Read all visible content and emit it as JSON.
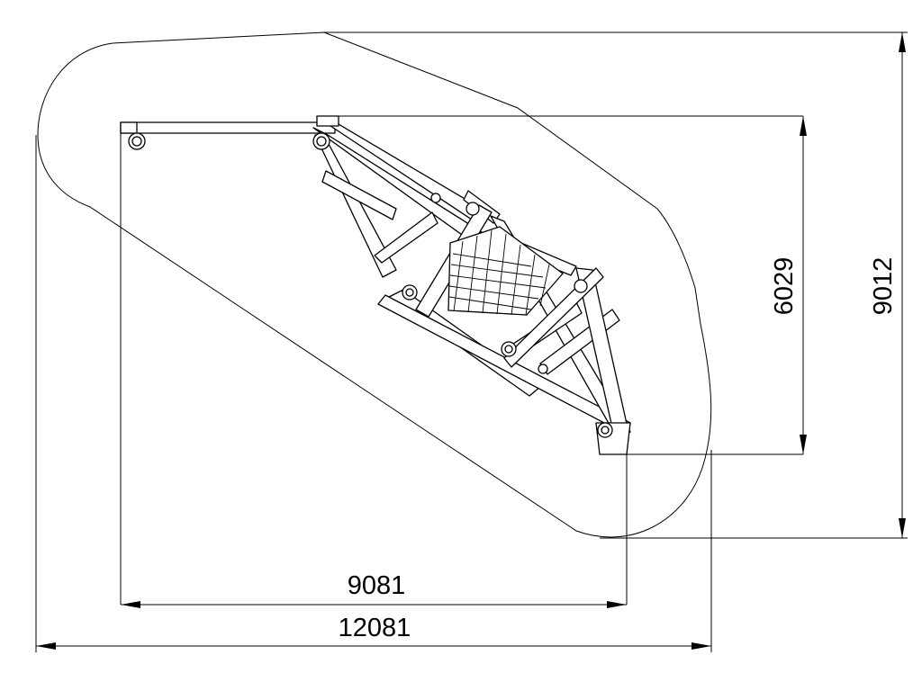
{
  "dimensions": {
    "total_width": "12081",
    "frame_width": "9081",
    "total_height": "9012",
    "frame_height": "6029"
  },
  "colors": {
    "line": "#000000",
    "background": "#ffffff"
  }
}
